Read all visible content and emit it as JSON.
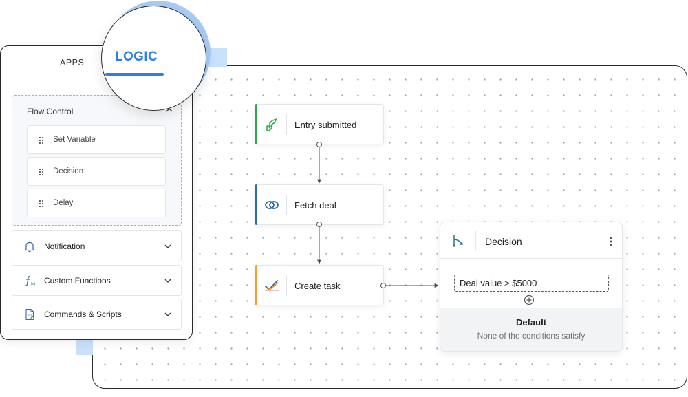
{
  "panel": {
    "tabs": [
      {
        "label": "APPS",
        "active": false
      },
      {
        "label": "LOGIC",
        "active": true
      }
    ],
    "flow_control": {
      "title": "Flow Control",
      "expanded": true,
      "items": [
        {
          "label": "Set Variable",
          "icon": "drag-handle-icon"
        },
        {
          "label": "Decision",
          "icon": "drag-handle-icon"
        },
        {
          "label": "Delay",
          "icon": "drag-handle-icon"
        }
      ]
    },
    "categories": [
      {
        "label": "Notification",
        "icon": "bell-icon"
      },
      {
        "label": "Custom Functions",
        "icon": "function-icon"
      },
      {
        "label": "Commands & Scripts",
        "icon": "script-file-icon"
      }
    ]
  },
  "flow": {
    "nodes": [
      {
        "label": "Entry submitted",
        "icon": "form-entry-icon",
        "accent": "#2fa84f"
      },
      {
        "label": "Fetch deal",
        "icon": "crm-link-icon",
        "accent": "#2f6bb3"
      },
      {
        "label": "Create task",
        "icon": "task-check-icon",
        "accent": "#f0a030"
      }
    ],
    "decision": {
      "title": "Decision",
      "icon": "branch-icon",
      "condition": "Deal value > $5000",
      "default_title": "Default",
      "default_subtitle": "None of the conditions satisfy"
    }
  },
  "colors": {
    "accent_blue": "#2f7fe0",
    "highlight": "#c9e1fb",
    "entry_green": "#2fa84f",
    "fetch_blue": "#2f6bb3",
    "task_orange": "#f0a030"
  }
}
